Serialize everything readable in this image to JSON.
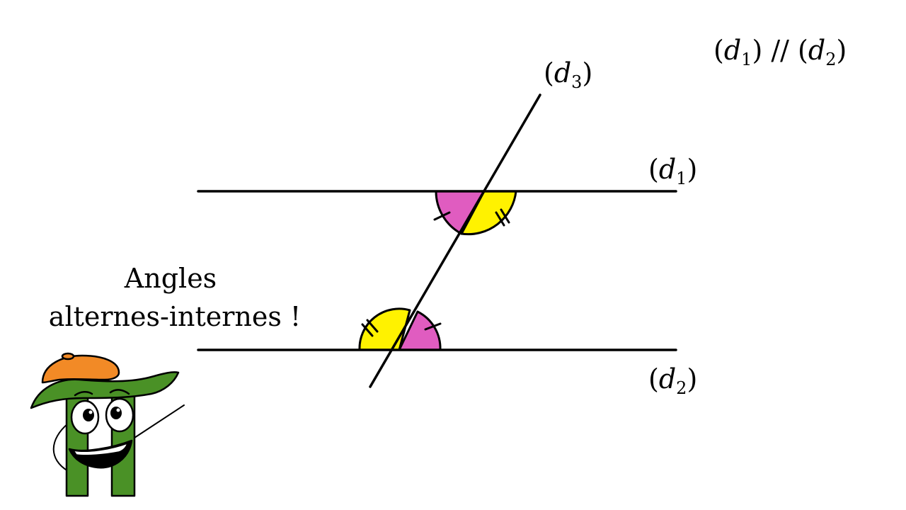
{
  "parallel_statement": {
    "open1": "(",
    "var1": "d",
    "sub1": "1",
    "close1": ")",
    "symbol": " // ",
    "open2": "(",
    "var2": "d",
    "sub2": "2",
    "close2": ")"
  },
  "lines": {
    "d1": {
      "open": "(",
      "var": "d",
      "sub": "1",
      "close": ")"
    },
    "d2": {
      "open": "(",
      "var": "d",
      "sub": "2",
      "close": ")"
    },
    "d3": {
      "open": "(",
      "var": "d",
      "sub": "3",
      "close": ")"
    }
  },
  "caption": {
    "line1": "Angles",
    "line2": "alternes-internes !"
  },
  "colors": {
    "angle_pink": "#e05cc0",
    "angle_yellow": "#fff200",
    "mascot_green": "#4a9126",
    "mascot_beret": "#f28a26",
    "stroke": "#000000"
  },
  "mascot_icon": "pi-mascot-icon"
}
